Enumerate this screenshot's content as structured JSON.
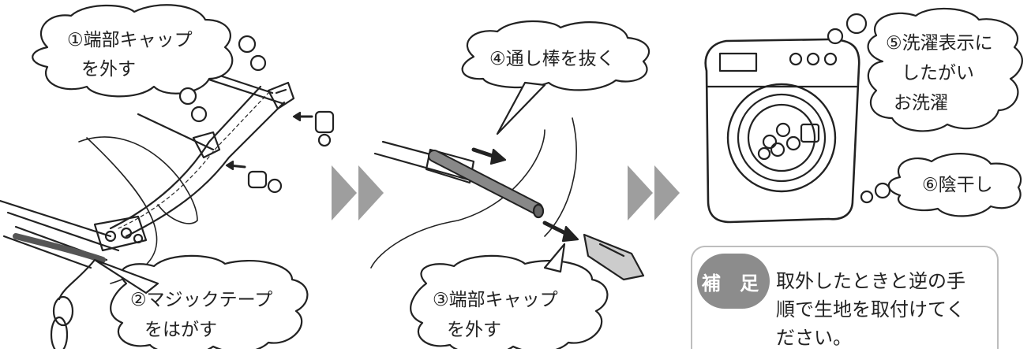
{
  "steps": {
    "s1": [
      "①端部キャップ",
      "を外す"
    ],
    "s2": [
      "②マジックテープ",
      "をはがす"
    ],
    "s3": [
      "③端部キャップ",
      "を外す"
    ],
    "s4": [
      "④通し棒を抜く"
    ],
    "s5": [
      "⑤洗濯表示に",
      "したがい",
      "お洗濯"
    ],
    "s6": [
      "⑥陰干し"
    ]
  },
  "note": {
    "badge": "補 足",
    "text_lines": [
      "取外したときと逆の手",
      "順で生地を取付けてく",
      "ださい。"
    ]
  },
  "colors": {
    "arrow_gray": "#9e9e9e",
    "badge_gray": "#8c8c8c",
    "line": "#222222"
  }
}
